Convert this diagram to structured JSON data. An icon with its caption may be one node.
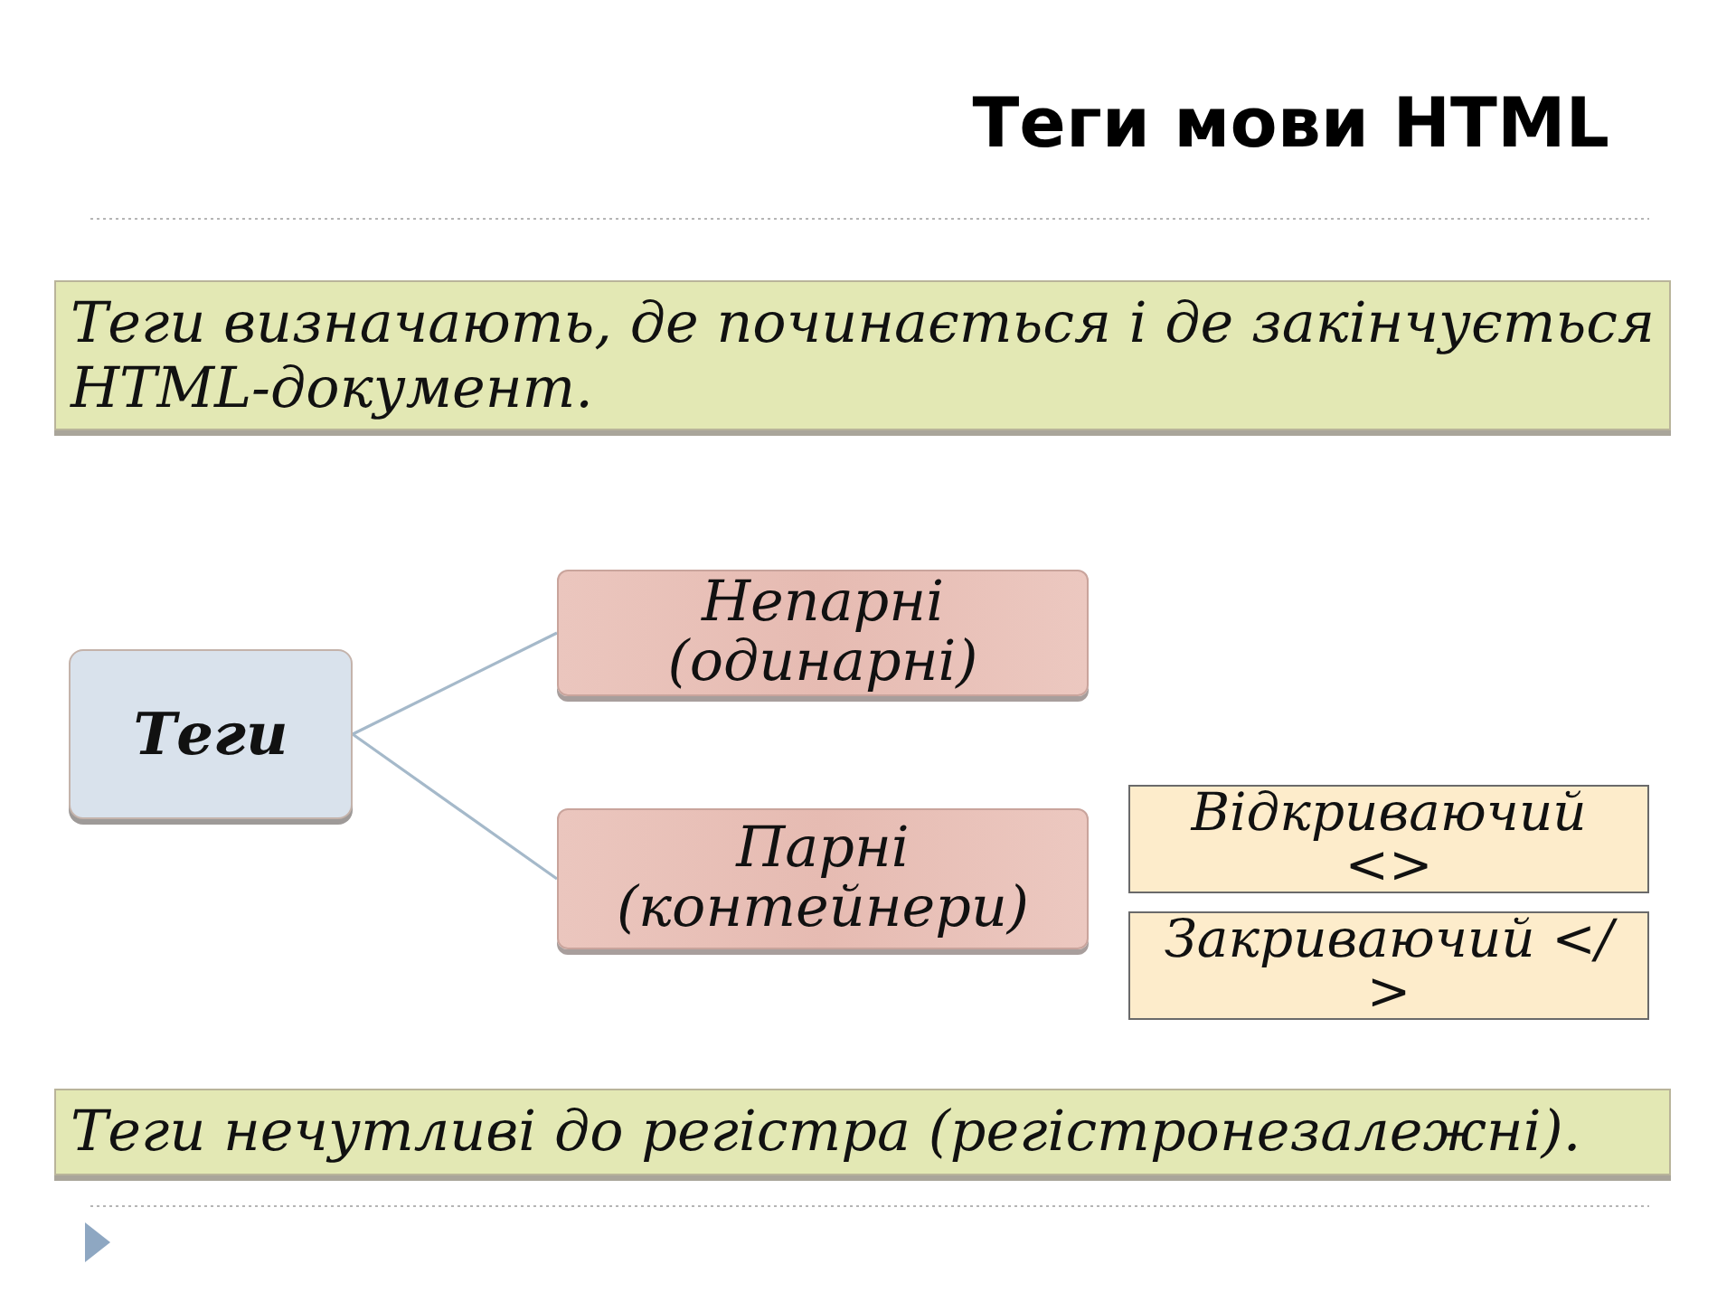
{
  "diagram": {
    "title": "Теги мови HTML",
    "nodes": [
      {
        "text": [
          "Теги визначають, де починається і де закінчується HTML-документ."
        ]
      },
      {
        "text": [
          "Теги"
        ]
      },
      {
        "text": [
          "Непарні (одинарні)"
        ]
      },
      {
        "text": [
          "Парні (контейнери)"
        ]
      },
      {
        "text": [
          "Відкриваючий <>"
        ]
      },
      {
        "text": [
          "Закриваючий </ >"
        ]
      },
      {
        "text": [
          "Теги нечутливі до регістра (регістронезалежні)."
        ]
      }
    ],
    "edges": [
      {
        "from": 1,
        "to": 2,
        "arrow": "none"
      },
      {
        "from": 1,
        "to": 3,
        "arrow": "none"
      }
    ]
  }
}
